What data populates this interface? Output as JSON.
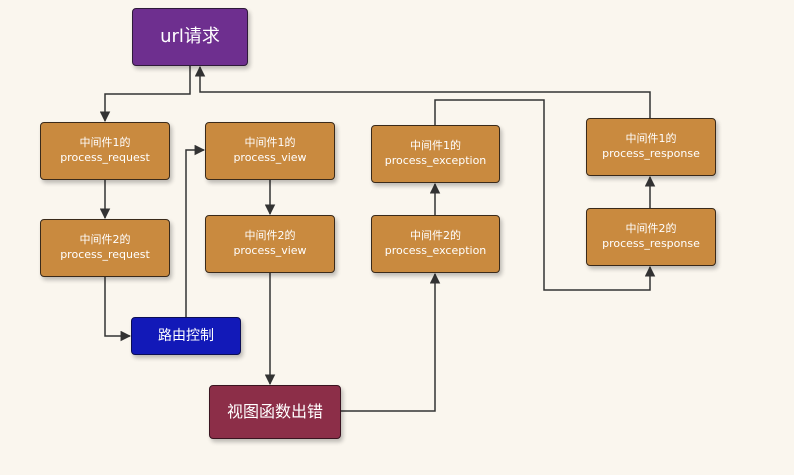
{
  "diagram": {
    "nodes": {
      "url": {
        "label": "url请求"
      },
      "process_request_1": {
        "line1": "中间件1的",
        "line2": "process_request"
      },
      "process_request_2": {
        "line1": "中间件2的",
        "line2": "process_request"
      },
      "routing": {
        "label": "路由控制"
      },
      "process_view_1": {
        "line1": "中间件1的",
        "line2": "process_view"
      },
      "process_view_2": {
        "line1": "中间件2的",
        "line2": "process_view"
      },
      "view_error": {
        "label": "视图函数出错"
      },
      "process_exception_1": {
        "line1": "中间件1的",
        "line2": "process_exception"
      },
      "process_exception_2": {
        "line1": "中间件2的",
        "line2": "process_exception"
      },
      "process_response_1": {
        "line1": "中间件1的",
        "line2": "process_response"
      },
      "process_response_2": {
        "line1": "中间件2的",
        "line2": "process_response"
      }
    },
    "edges": [
      {
        "from": "url",
        "to": "process_request_1"
      },
      {
        "from": "process_request_1",
        "to": "process_request_2"
      },
      {
        "from": "process_request_2",
        "to": "routing"
      },
      {
        "from": "routing",
        "to": "process_view_1"
      },
      {
        "from": "process_view_1",
        "to": "process_view_2"
      },
      {
        "from": "process_view_2",
        "to": "view_error"
      },
      {
        "from": "view_error",
        "to": "process_exception_2"
      },
      {
        "from": "process_exception_2",
        "to": "process_exception_1"
      },
      {
        "from": "process_exception_1",
        "to": "process_response_2"
      },
      {
        "from": "process_response_2",
        "to": "process_response_1"
      },
      {
        "from": "process_response_1",
        "to": "url"
      }
    ],
    "colors": {
      "background": "#faf6ee",
      "middleware": "#c98a3f",
      "url": "#6e2f8f",
      "routing": "#1219b8",
      "view_error": "#8c2e48",
      "connector": "#333333"
    }
  }
}
